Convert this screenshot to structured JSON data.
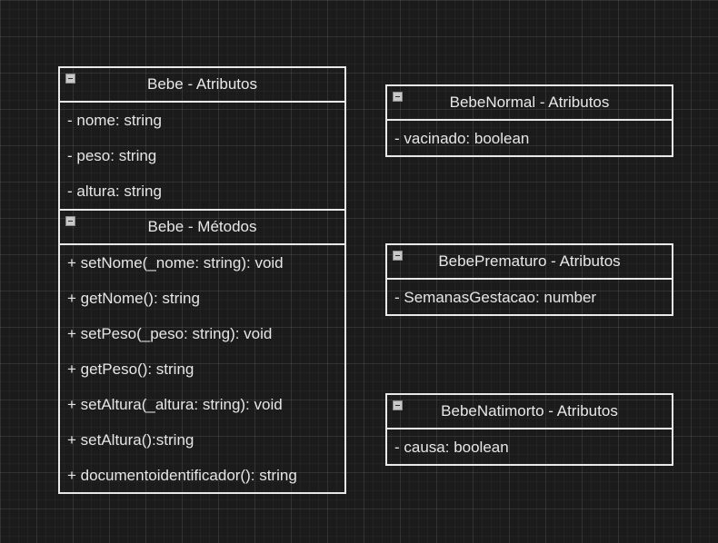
{
  "bebe_atributos": {
    "title": "Bebe - Atributos",
    "rows": [
      "- nome: string",
      "- peso: string",
      "- altura: string"
    ]
  },
  "bebe_metodos": {
    "title": "Bebe - Métodos",
    "rows": [
      "+ setNome(_nome: string): void",
      "+ getNome(): string",
      "+ setPeso(_peso: string): void",
      "+ getPeso(): string",
      "+ setAltura(_altura: string): void",
      "+ setAltura():string",
      "+ documentoidentificador(): string"
    ]
  },
  "bebe_normal": {
    "title": "BebeNormal - Atributos",
    "rows": [
      "- vacinado: boolean"
    ]
  },
  "bebe_prematuro": {
    "title": "BebePrematuro - Atributos",
    "rows": [
      "- SemanasGestacao: number"
    ]
  },
  "bebe_natimorto": {
    "title": "BebeNatimorto - Atributos",
    "rows": [
      "- causa: boolean"
    ]
  }
}
